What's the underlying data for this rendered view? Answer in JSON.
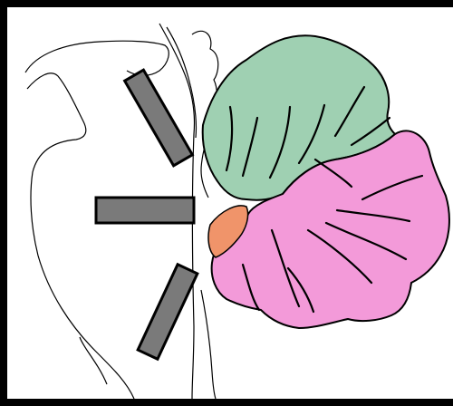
{
  "figure": {
    "regions": [
      {
        "id": "region-green",
        "color": "#9fd0b2"
      },
      {
        "id": "region-pink",
        "color": "#f39ad9"
      },
      {
        "id": "region-orange",
        "color": "#f0946a"
      }
    ],
    "bars": [
      {
        "id": "bar-upper",
        "color": "#7a7a7a"
      },
      {
        "id": "bar-middle",
        "color": "#7a7a7a"
      },
      {
        "id": "bar-lower",
        "color": "#7a7a7a"
      }
    ],
    "background": "#ffffff",
    "frame": "#000000",
    "outline": "#000000"
  }
}
